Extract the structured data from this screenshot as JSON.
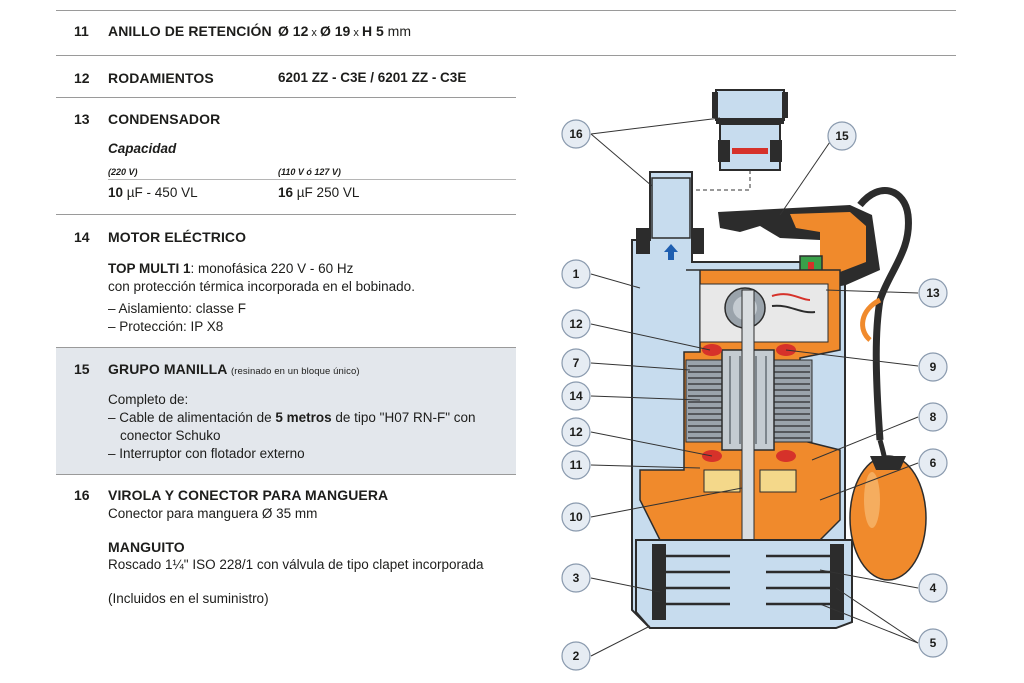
{
  "spec": {
    "r11": {
      "num": "11",
      "title": "ANILLO DE RETENCIÓN",
      "v1": "Ø 12",
      "x1": " x ",
      "v2": "Ø 19",
      "x2": " x ",
      "v3": "H 5",
      "unit": " mm"
    },
    "r12": {
      "num": "12",
      "title": "RODAMIENTOS",
      "value": "6201 ZZ - C3E / 6201 ZZ - C3E"
    },
    "r13": {
      "num": "13",
      "title": "CONDENSADOR",
      "capacidad": "Capacidad",
      "col1_head": "(220 V)",
      "col2_head": "(110 V ó 127 V)",
      "col1_num": "10",
      "col1_rest": " µF - 450 VL",
      "col2_num": "16",
      "col2_rest": " µF 250 VL"
    },
    "r14": {
      "num": "14",
      "title": "MOTOR ELÉCTRICO",
      "model": "TOP MULTI 1",
      "model_rest": ": monofásica 220 V - 60 Hz",
      "line2": "con protección térmica incorporada en el bobinado.",
      "line3": "– Aislamiento: classe F",
      "line4": "– Protección: IP X8"
    },
    "r15": {
      "num": "15",
      "title": "GRUPO MANILLA",
      "title_note": "(resinado en un bloque único)",
      "line1": "Completo de:",
      "line2a": "– Cable de alimentación de ",
      "line2b": "5 metros",
      "line2c": " de tipo \"H07 RN-F\" con",
      "line3": "conector Schuko",
      "line4": "– Interruptor con flotador externo"
    },
    "r16": {
      "num": "16",
      "title": "VIROLA Y CONECTOR PARA MANGUERA",
      "line1": "Conector para manguera Ø 35 mm",
      "sub_title": "MANGUITO",
      "sub_line": "Roscado 1¼\" ISO 228/1 con válvula de tipo clapet incorporada",
      "note": "(Incluidos en el suministro)"
    }
  },
  "diagram": {
    "callouts": [
      "16",
      "15",
      "1",
      "13",
      "12",
      "9",
      "7",
      "14",
      "8",
      "12",
      "11",
      "6",
      "10",
      "3",
      "4",
      "5",
      "2"
    ],
    "colors": {
      "orange": "#f08a2c",
      "housing": "#c7dcee",
      "dark": "#2c2c2c",
      "grey": "#9aa3ab",
      "green": "#3aa04a",
      "red": "#d6322a",
      "cream": "#f4d88a",
      "callout_fill": "#e6ecf3"
    }
  }
}
